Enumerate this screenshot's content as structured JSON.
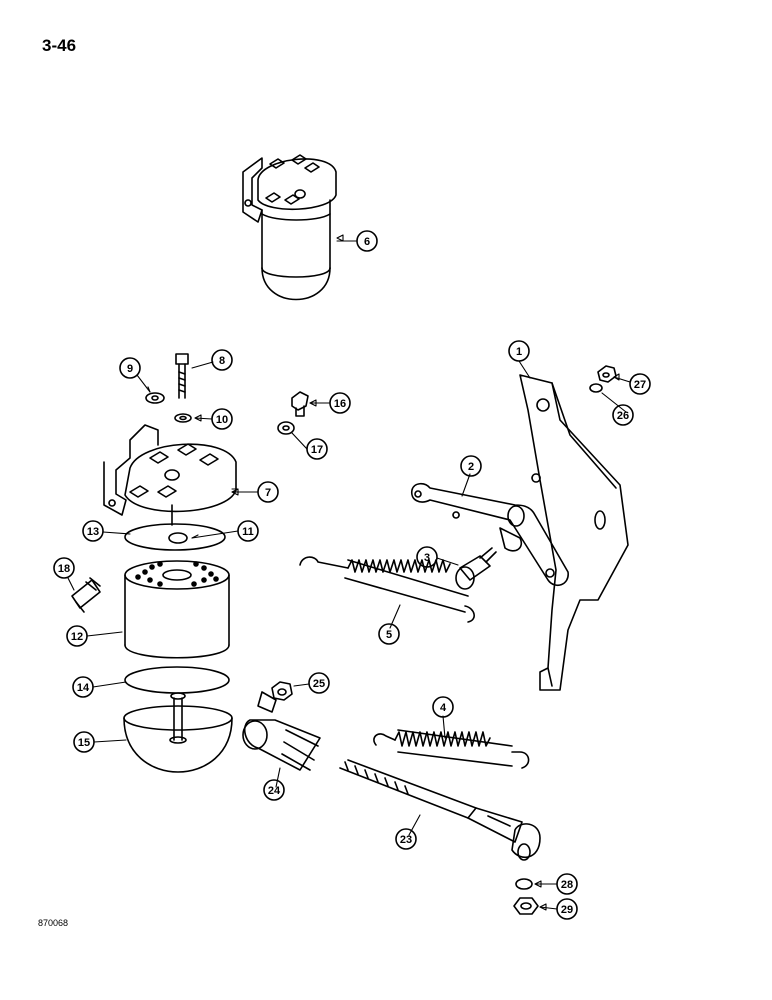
{
  "page": {
    "number": "3-46",
    "figure_code": "870068"
  },
  "callouts": [
    {
      "id": "c1",
      "label": "1"
    },
    {
      "id": "c2",
      "label": "2"
    },
    {
      "id": "c3",
      "label": "3"
    },
    {
      "id": "c4",
      "label": "4"
    },
    {
      "id": "c5",
      "label": "5"
    },
    {
      "id": "c6",
      "label": "6"
    },
    {
      "id": "c7",
      "label": "7"
    },
    {
      "id": "c8",
      "label": "8"
    },
    {
      "id": "c9",
      "label": "9"
    },
    {
      "id": "c10",
      "label": "10"
    },
    {
      "id": "c11",
      "label": "11"
    },
    {
      "id": "c12",
      "label": "12"
    },
    {
      "id": "c13",
      "label": "13"
    },
    {
      "id": "c14",
      "label": "14"
    },
    {
      "id": "c15",
      "label": "15"
    },
    {
      "id": "c16",
      "label": "16"
    },
    {
      "id": "c17",
      "label": "17"
    },
    {
      "id": "c18",
      "label": "18"
    },
    {
      "id": "c23",
      "label": "23"
    },
    {
      "id": "c24",
      "label": "24"
    },
    {
      "id": "c25",
      "label": "25"
    },
    {
      "id": "c26",
      "label": "26"
    },
    {
      "id": "c27",
      "label": "27"
    },
    {
      "id": "c28",
      "label": "28"
    },
    {
      "id": "c29",
      "label": "29"
    }
  ]
}
